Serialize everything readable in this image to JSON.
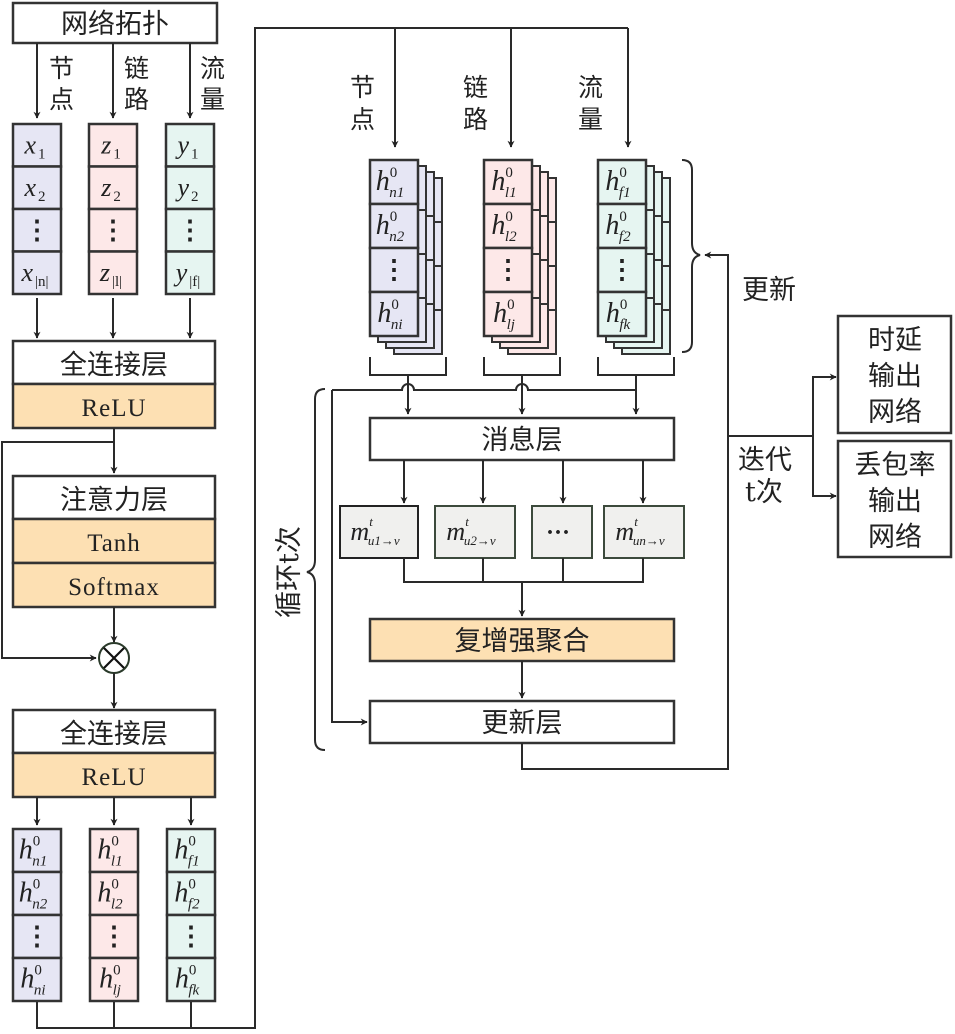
{
  "colors": {
    "node": "#e6e6f4",
    "link": "#fde8e8",
    "flow": "#e6f5f1",
    "activation": "#fde0b3",
    "message": "#f0f0ee",
    "stroke": "#333333"
  },
  "left": {
    "topology": "网络拓扑",
    "branch_labels": {
      "node": [
        "节",
        "点"
      ],
      "link": [
        "链",
        "路"
      ],
      "flow": [
        "流",
        "量"
      ]
    },
    "inputs": {
      "node": [
        {
          "base": "x",
          "sub": "1"
        },
        {
          "base": "x",
          "sub": "2"
        },
        {
          "base": "⋮",
          "sub": ""
        },
        {
          "base": "x",
          "sub": "|n|"
        }
      ],
      "link": [
        {
          "base": "z",
          "sub": "1"
        },
        {
          "base": "z",
          "sub": "2"
        },
        {
          "base": "⋮",
          "sub": ""
        },
        {
          "base": "z",
          "sub": "|l|"
        }
      ],
      "flow": [
        {
          "base": "y",
          "sub": "1"
        },
        {
          "base": "y",
          "sub": "2"
        },
        {
          "base": "⋮",
          "sub": ""
        },
        {
          "base": "y",
          "sub": "|f|"
        }
      ]
    },
    "fc1": {
      "title": "全连接层",
      "activation": "ReLU"
    },
    "attention": {
      "title": "注意力层",
      "act1": "Tanh",
      "act2": "Softmax"
    },
    "multiply": "⊗",
    "fc2": {
      "title": "全连接层",
      "activation": "ReLU"
    },
    "outputs": {
      "node": [
        {
          "base": "h",
          "sup": "0",
          "sub": "n1"
        },
        {
          "base": "h",
          "sup": "0",
          "sub": "n2"
        },
        {
          "base": "⋮"
        },
        {
          "base": "h",
          "sup": "0",
          "sub": "ni"
        }
      ],
      "link": [
        {
          "base": "h",
          "sup": "0",
          "sub": "l1"
        },
        {
          "base": "h",
          "sup": "0",
          "sub": "l2"
        },
        {
          "base": "⋮"
        },
        {
          "base": "h",
          "sup": "0",
          "sub": "lj"
        }
      ],
      "flow": [
        {
          "base": "h",
          "sup": "0",
          "sub": "f1"
        },
        {
          "base": "h",
          "sup": "0",
          "sub": "f2"
        },
        {
          "base": "⋮"
        },
        {
          "base": "h",
          "sup": "0",
          "sub": "fk"
        }
      ]
    }
  },
  "right": {
    "branch_labels": {
      "node": [
        "节",
        "点"
      ],
      "link": [
        "链",
        "路"
      ],
      "flow": [
        "流",
        "量"
      ]
    },
    "stacks": {
      "node": [
        {
          "base": "h",
          "sup": "0",
          "sub": "n1"
        },
        {
          "base": "h",
          "sup": "0",
          "sub": "n2"
        },
        {
          "base": "⋮"
        },
        {
          "base": "h",
          "sup": "0",
          "sub": "ni"
        }
      ],
      "link": [
        {
          "base": "h",
          "sup": "0",
          "sub": "l1"
        },
        {
          "base": "h",
          "sup": "0",
          "sub": "l2"
        },
        {
          "base": "⋮"
        },
        {
          "base": "h",
          "sup": "0",
          "sub": "lj"
        }
      ],
      "flow": [
        {
          "base": "h",
          "sup": "0",
          "sub": "f1"
        },
        {
          "base": "h",
          "sup": "0",
          "sub": "f2"
        },
        {
          "base": "⋮"
        },
        {
          "base": "h",
          "sup": "0",
          "sub": "fk"
        }
      ]
    },
    "update_label": "更新",
    "message_layer": "消息层",
    "messages": [
      {
        "base": "m",
        "sup": "t",
        "sub": "u1→v"
      },
      {
        "base": "m",
        "sup": "t",
        "sub": "u2→v"
      },
      {
        "base": "···"
      },
      {
        "base": "m",
        "sup": "t",
        "sub": "un→v"
      }
    ],
    "aggregation": "复增强聚合",
    "update_layer": "更新层",
    "loop_label": "循环t次",
    "iterate_label": [
      "迭代",
      "t次"
    ],
    "outputs": [
      {
        "lines": [
          "时延",
          "输出",
          "网络"
        ]
      },
      {
        "lines": [
          "丢包率",
          "输出",
          "网络"
        ]
      }
    ]
  }
}
